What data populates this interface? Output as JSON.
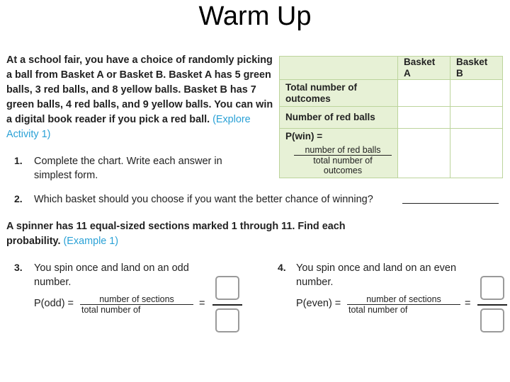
{
  "title": "Warm Up",
  "intro": {
    "text": "At a school fair, you have a choice of randomly picking a ball from Basket A or Basket B. Basket A has 5 green balls, 3 red balls, and 8 yellow balls. Basket B has 7 green balls, 4 red balls, and 9 yellow balls. You can win a digital book reader if you pick a red ball.",
    "link": "(Explore Activity 1)"
  },
  "chart": {
    "columns": [
      "Basket A",
      "Basket B"
    ],
    "rows": [
      {
        "label": "Total number of outcomes"
      },
      {
        "label": "Number of red balls"
      },
      {
        "label": "P(win) =",
        "frac_num": "number of red balls",
        "frac_den": "total number of outcomes"
      }
    ]
  },
  "q1": {
    "num": "1.",
    "text": "Complete the chart. Write each answer in simplest form."
  },
  "q2": {
    "num": "2.",
    "text": "Which basket should you choose if you want the better chance of winning?"
  },
  "spinner": {
    "text": "A spinner has 11 equal-sized sections marked 1 through 11. Find each probability.",
    "link": "(Example 1)"
  },
  "q3": {
    "num": "3.",
    "text": "You spin once and land on an odd number.",
    "lhs": "P(odd) =",
    "frac_num": "number of        sections",
    "frac_den": "total number of"
  },
  "q4": {
    "num": "4.",
    "text": "You spin once and land on an even number.",
    "lhs": "P(even) =",
    "frac_num": "number of        sections",
    "frac_den": "total number of"
  },
  "colors": {
    "link": "#2aa1d6",
    "chart_bg": "#e7f1d6",
    "chart_border": "#bcd49c",
    "box_border": "#9a9a9a"
  }
}
